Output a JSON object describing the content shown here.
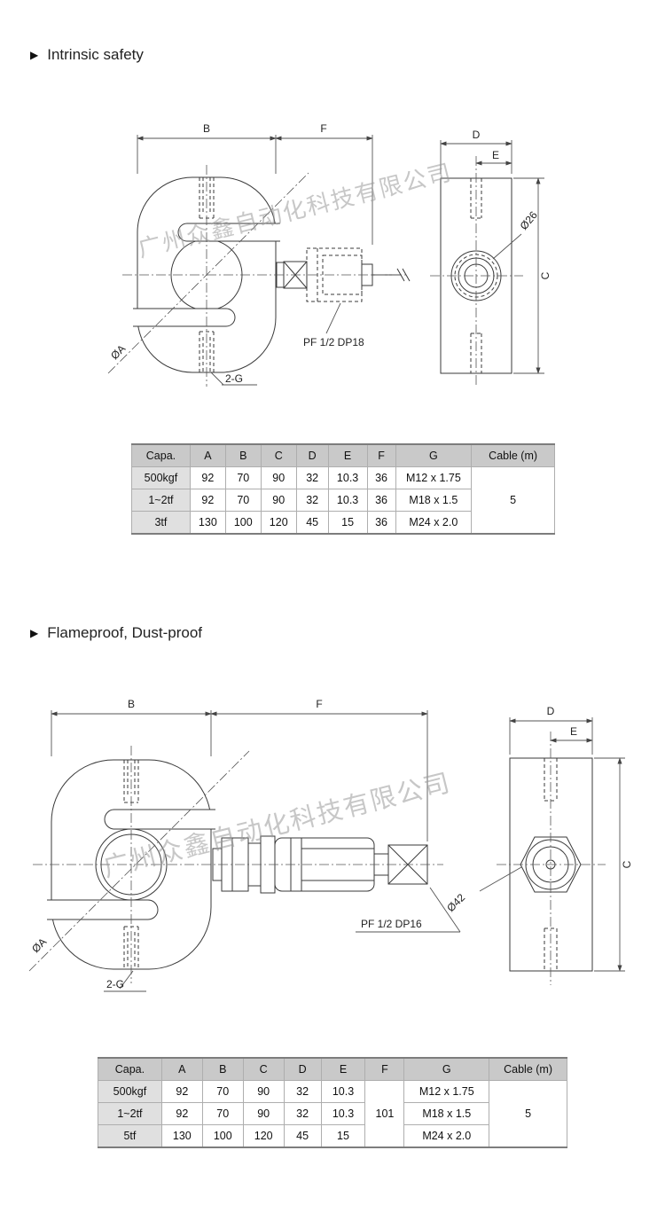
{
  "icons": {
    "section_bullet": "▶"
  },
  "watermark": "广州众鑫自动化科技有限公司",
  "sections": [
    {
      "title": "Intrinsic safety",
      "drawing": {
        "dim_B": "B",
        "dim_F": "F",
        "dim_D": "D",
        "dim_E": "E",
        "dim_C": "C",
        "label_dia_a": "ØA",
        "label_dia_boss": "Ø26",
        "label_thread": "2-G",
        "label_conduit": "PF 1/2 DP18"
      },
      "table": {
        "headers": [
          "Capa.",
          "A",
          "B",
          "C",
          "D",
          "E",
          "F",
          "G",
          "Cable (m)"
        ],
        "rows": [
          [
            "500kgf",
            "92",
            "70",
            "90",
            "32",
            "10.3",
            "36",
            "M12 x 1.75"
          ],
          [
            "1~2tf",
            "92",
            "70",
            "90",
            "32",
            "10.3",
            "36",
            "M18 x 1.5"
          ],
          [
            "3tf",
            "130",
            "100",
            "120",
            "45",
            "15",
            "36",
            "M24 x 2.0"
          ]
        ],
        "cable": "5"
      }
    },
    {
      "title": "Flameproof, Dust-proof",
      "drawing": {
        "dim_B": "B",
        "dim_F": "F",
        "dim_D": "D",
        "dim_E": "E",
        "dim_C": "C",
        "label_dia_a": "ØA",
        "label_dia_boss": "Ø42",
        "label_thread": "2-G",
        "label_conduit": "PF 1/2 DP16"
      },
      "table": {
        "headers": [
          "Capa.",
          "A",
          "B",
          "C",
          "D",
          "E",
          "F",
          "G",
          "Cable (m)"
        ],
        "rows": [
          [
            "500kgf",
            "92",
            "70",
            "90",
            "32",
            "10.3",
            "M12 x 1.75"
          ],
          [
            "1~2tf",
            "92",
            "70",
            "90",
            "32",
            "10.3",
            "M18 x 1.5"
          ],
          [
            "5tf",
            "130",
            "100",
            "120",
            "45",
            "15",
            "M24 x 2.0"
          ]
        ],
        "f_merged": "101",
        "cable": "5"
      }
    }
  ]
}
